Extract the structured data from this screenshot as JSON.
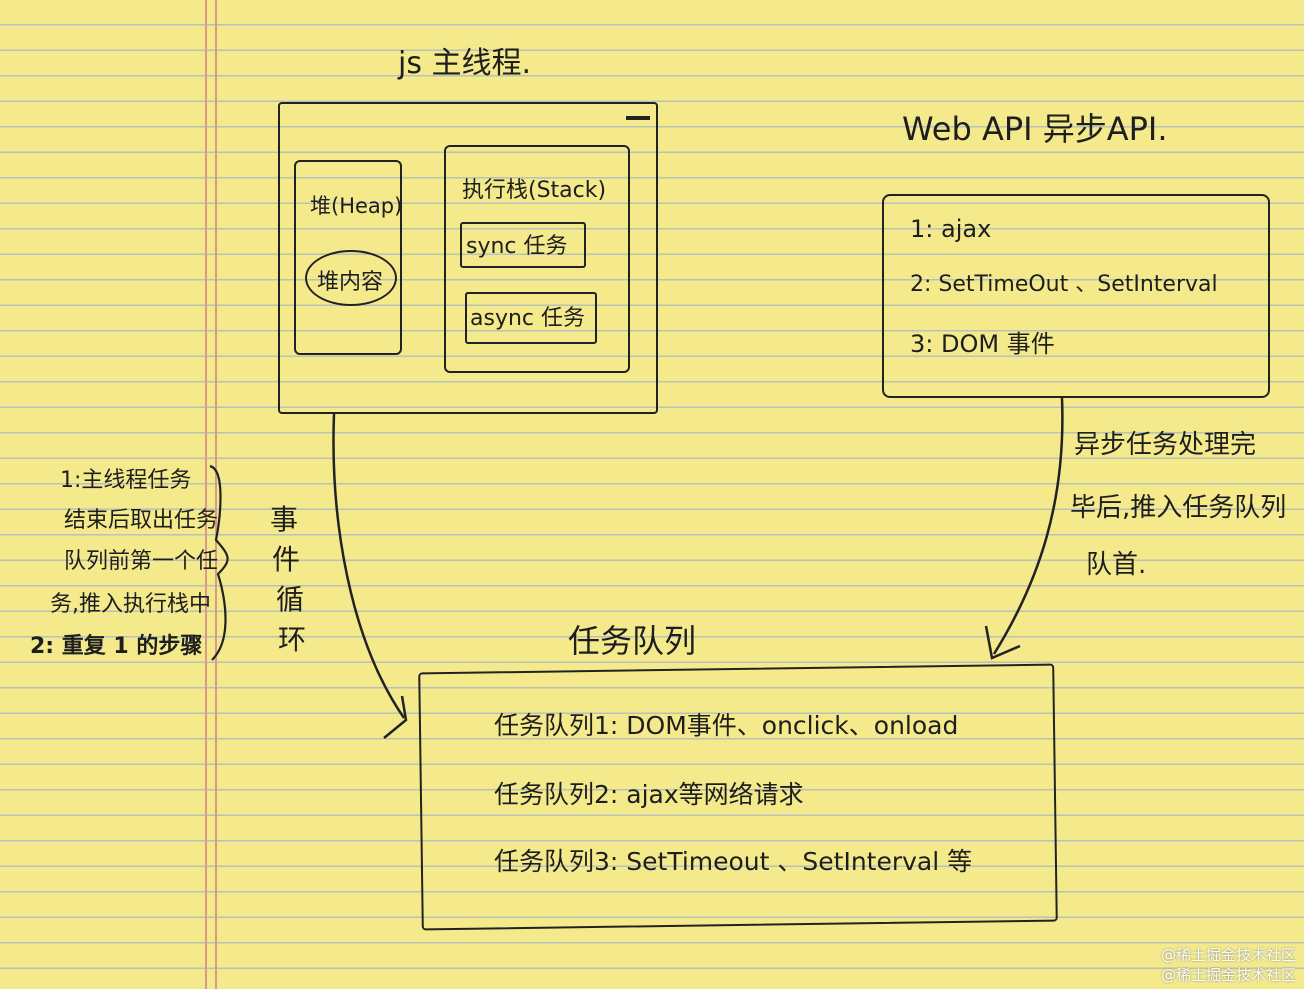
{
  "main_thread": {
    "title": "js 主线程.",
    "heap": {
      "label": "堆(Heap)",
      "content": "堆内容"
    },
    "stack": {
      "label": "执行栈(Stack)",
      "sync": "sync 任务",
      "async": "async 任务"
    }
  },
  "web_api": {
    "title": "Web API 异步API.",
    "items": [
      "1: ajax",
      "2: SetTimeOut 、SetInterval",
      "3: DOM 事件"
    ]
  },
  "async_note": [
    "异步任务处理完",
    "毕后,推入任务队列",
    "队首."
  ],
  "event_loop": {
    "label": [
      "事",
      "件",
      "循",
      "环"
    ]
  },
  "loop_note": [
    "1:主线程任务",
    "结束后取出任务",
    "队列前第一个任",
    "务,推入执行栈中",
    "2: 重复 1 的步骤"
  ],
  "task_queue": {
    "title": "任务队列",
    "items": [
      "任务队列1: DOM事件、onclick、onload",
      "任务队列2: ajax等网络请求",
      "任务队列3: SetTimeout 、SetInterval 等"
    ]
  },
  "watermarks": [
    "@稀土掘金技术社区",
    "@稀土掘金技术社区"
  ]
}
